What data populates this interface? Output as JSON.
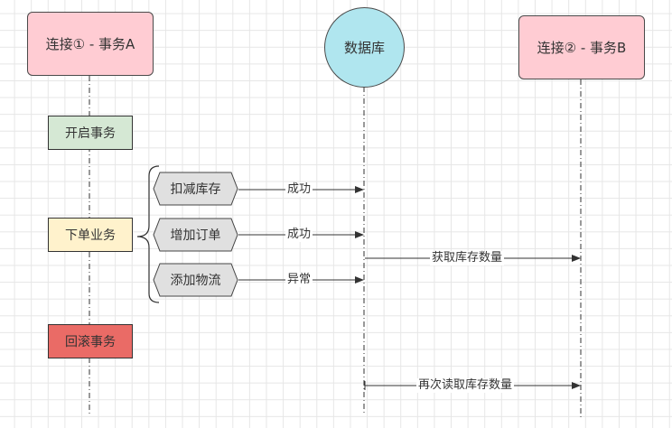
{
  "participants": {
    "tx_a": {
      "label": "连接① - 事务A",
      "color": "#ffccd3"
    },
    "database": {
      "label": "数据库",
      "color": "#b0e6ef"
    },
    "tx_b": {
      "label": "连接② - 事务B",
      "color": "#ffccd3"
    }
  },
  "steps": {
    "begin": {
      "label": "开启事务",
      "color": "#d5e8d4"
    },
    "order": {
      "label": "下单业务",
      "color": "#fff2cc"
    },
    "rollback": {
      "label": "回滚事务",
      "color": "#ea6b66"
    }
  },
  "operations": [
    {
      "label": "扣减库存",
      "result": "成功"
    },
    {
      "label": "增加订单",
      "result": "成功"
    },
    {
      "label": "添加物流",
      "result": "异常"
    }
  ],
  "messages": {
    "get_stock": "获取库存数量",
    "reread_stock": "再次读取库存数量"
  }
}
